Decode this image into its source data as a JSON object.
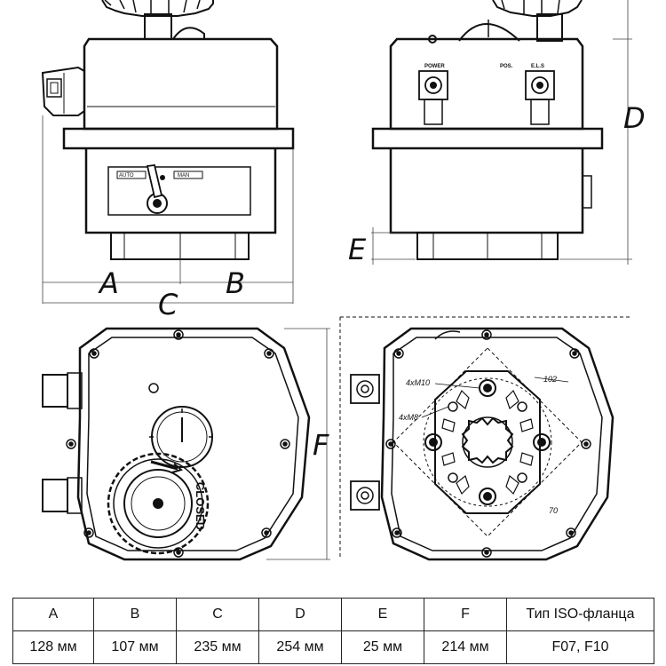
{
  "labels": {
    "A": "A",
    "B": "B",
    "C": "C",
    "D": "D",
    "E": "E",
    "F": "F",
    "power": "POWER",
    "pos": "POS.",
    "els": "E.L.S",
    "auto": "AUTO",
    "man": "MAN",
    "closed": "CLOSED",
    "m10": "4xM10",
    "m8": "4xM8",
    "dim102": "102",
    "dim70": "70"
  },
  "table": {
    "headers": [
      "A",
      "B",
      "C",
      "D",
      "E",
      "F",
      "Тип ISO-фланца"
    ],
    "values": [
      "128 мм",
      "107 мм",
      "235 мм",
      "254 мм",
      "25 мм",
      "214 мм",
      "F07, F10"
    ]
  }
}
